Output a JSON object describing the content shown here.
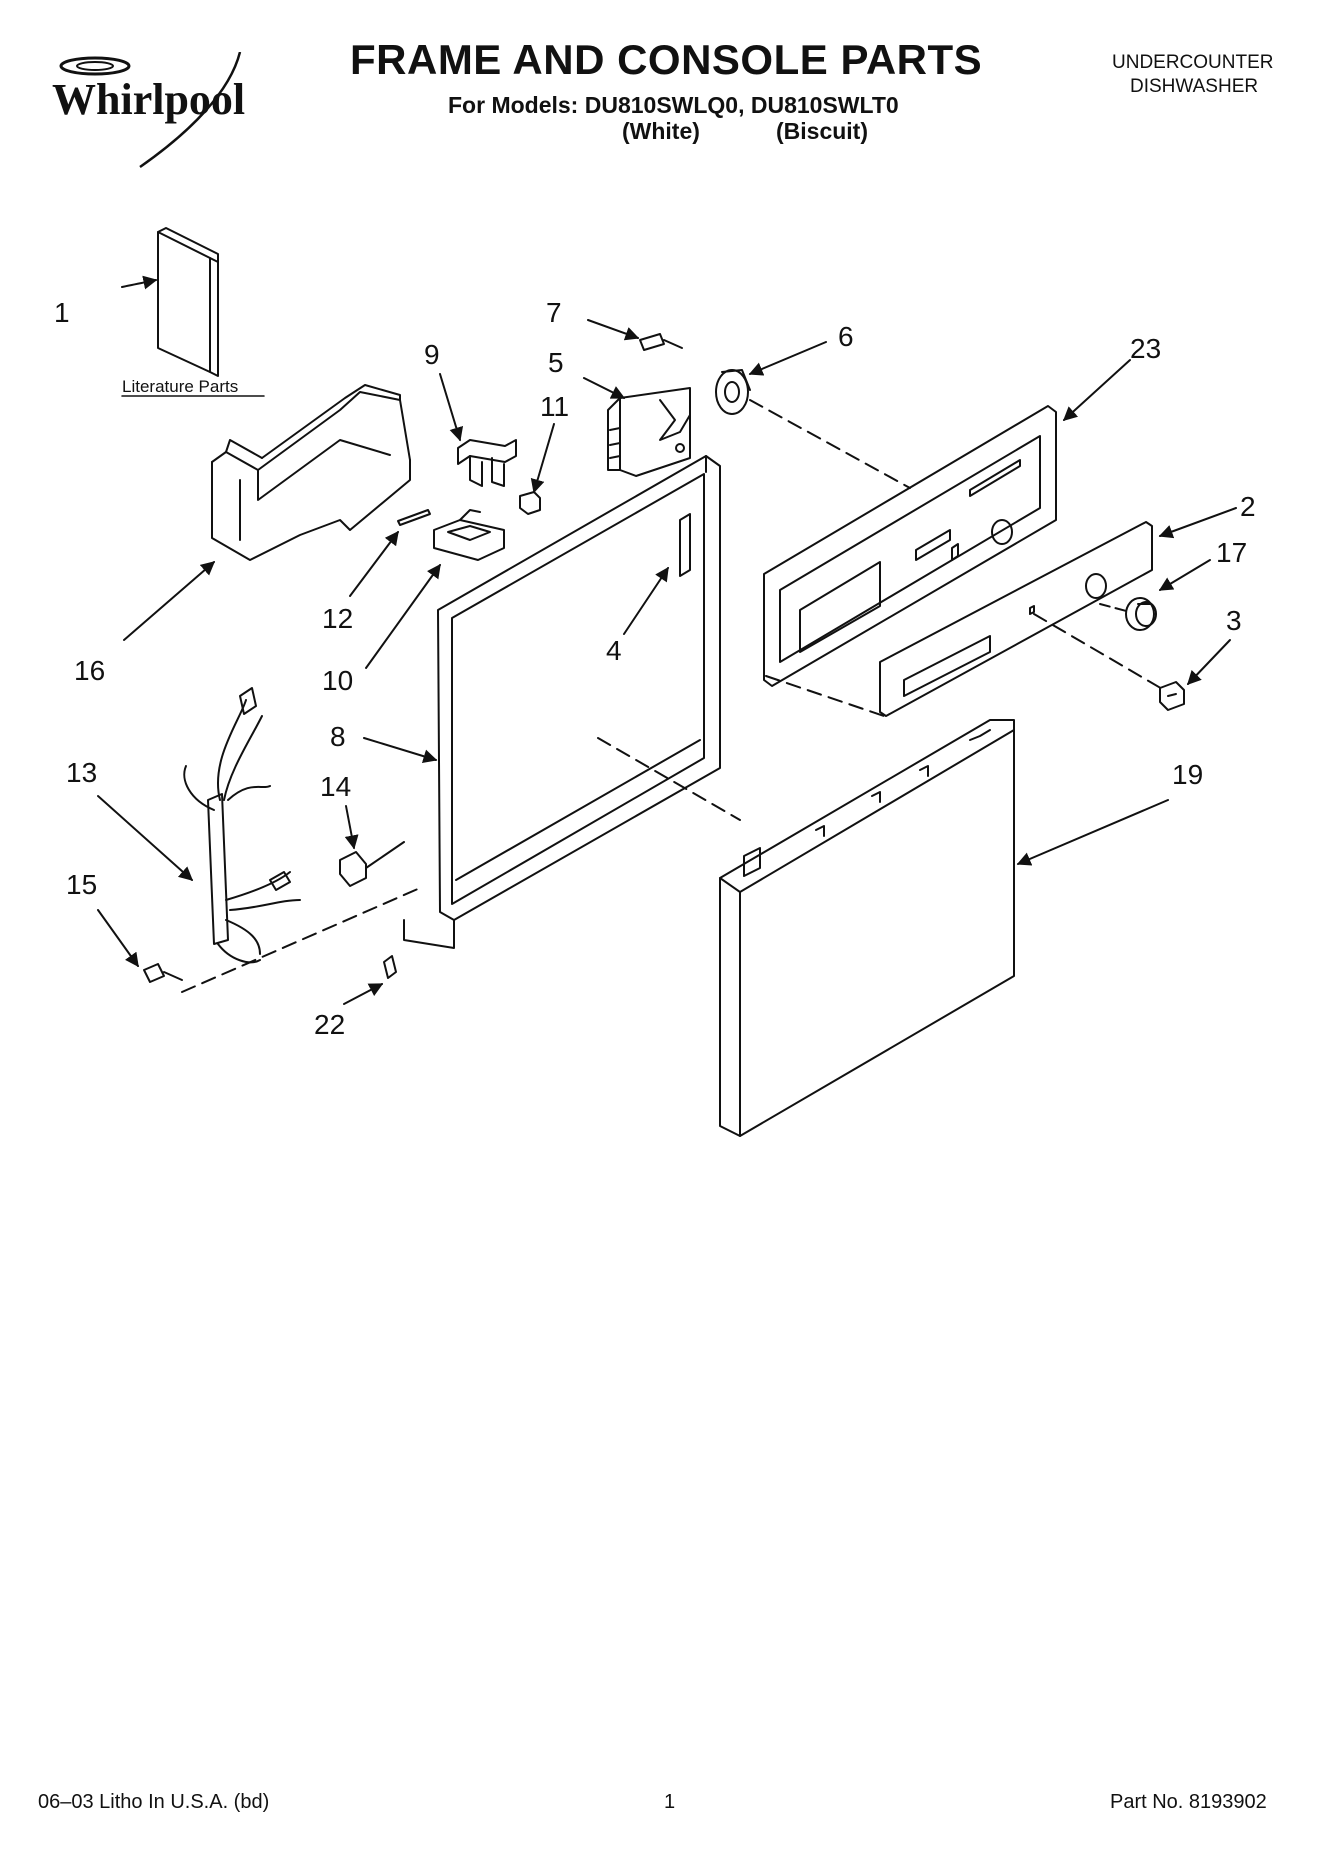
{
  "header": {
    "brand": "Whirlpool",
    "title": "FRAME AND CONSOLE PARTS",
    "models_line": "For Models: DU810SWLQ0, DU810SWLT0",
    "variant_1": "(White)",
    "variant_2": "(Biscuit)",
    "product_line_1": "UNDERCOUNTER",
    "product_line_2": "DISHWASHER"
  },
  "diagram": {
    "literature_caption": "Literature Parts",
    "callouts": {
      "c1": "1",
      "c2": "2",
      "c3": "3",
      "c4": "4",
      "c5": "5",
      "c6": "6",
      "c7": "7",
      "c8": "8",
      "c9": "9",
      "c10": "10",
      "c11": "11",
      "c12": "12",
      "c13": "13",
      "c14": "14",
      "c15": "15",
      "c16": "16",
      "c17": "17",
      "c19": "19",
      "c22": "22",
      "c23": "23"
    }
  },
  "footer": {
    "litho": "06–03 Litho In U.S.A. (bd)",
    "page": "1",
    "part_no": "Part No. 8193902"
  }
}
